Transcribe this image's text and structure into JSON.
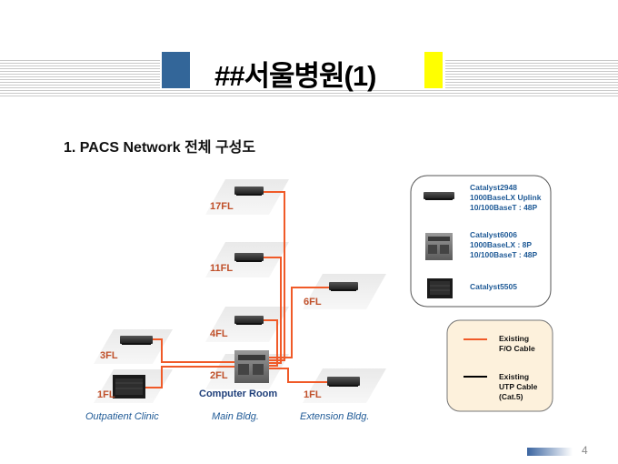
{
  "header": {
    "title": "##서울병원(1)",
    "accent_left_color": "#336699",
    "accent_right_color": "#ffff00"
  },
  "subtitle": "1. PACS Network 전체 구성도",
  "diagram": {
    "cable_color": "#f05a28",
    "floors": {
      "f17": "17FL",
      "f11": "11FL",
      "f6": "6FL",
      "f4": "4FL",
      "f3": "3FL",
      "f2": "2FL",
      "op1": "1FL",
      "ext1": "1FL"
    },
    "computer_room": "Computer Room",
    "buildings": {
      "outpatient": "Outpatient Clinic",
      "main": "Main Bldg.",
      "extension": "Extension Bldg."
    }
  },
  "devices_legend": [
    {
      "name": "Catalyst2948",
      "line2": "1000BaseLX Uplink",
      "line3": "10/100BaseT : 48P",
      "icon": "switch-icon"
    },
    {
      "name": "Catalyst6006",
      "line2": "1000BaseLX : 8P",
      "line3": "10/100BaseT : 48P",
      "icon": "chassis-switch-icon"
    },
    {
      "name": "Catalyst5505",
      "line2": "",
      "line3": "",
      "icon": "router-chassis-icon"
    }
  ],
  "cable_legend": [
    {
      "line1": "Existing",
      "line2": "F/O Cable",
      "line3": "",
      "color": "#f05a28"
    },
    {
      "line1": "Existing",
      "line2": "UTP Cable",
      "line3": "(Cat.5)",
      "color": "#000000"
    }
  ],
  "footer": {
    "page_number": "4"
  }
}
